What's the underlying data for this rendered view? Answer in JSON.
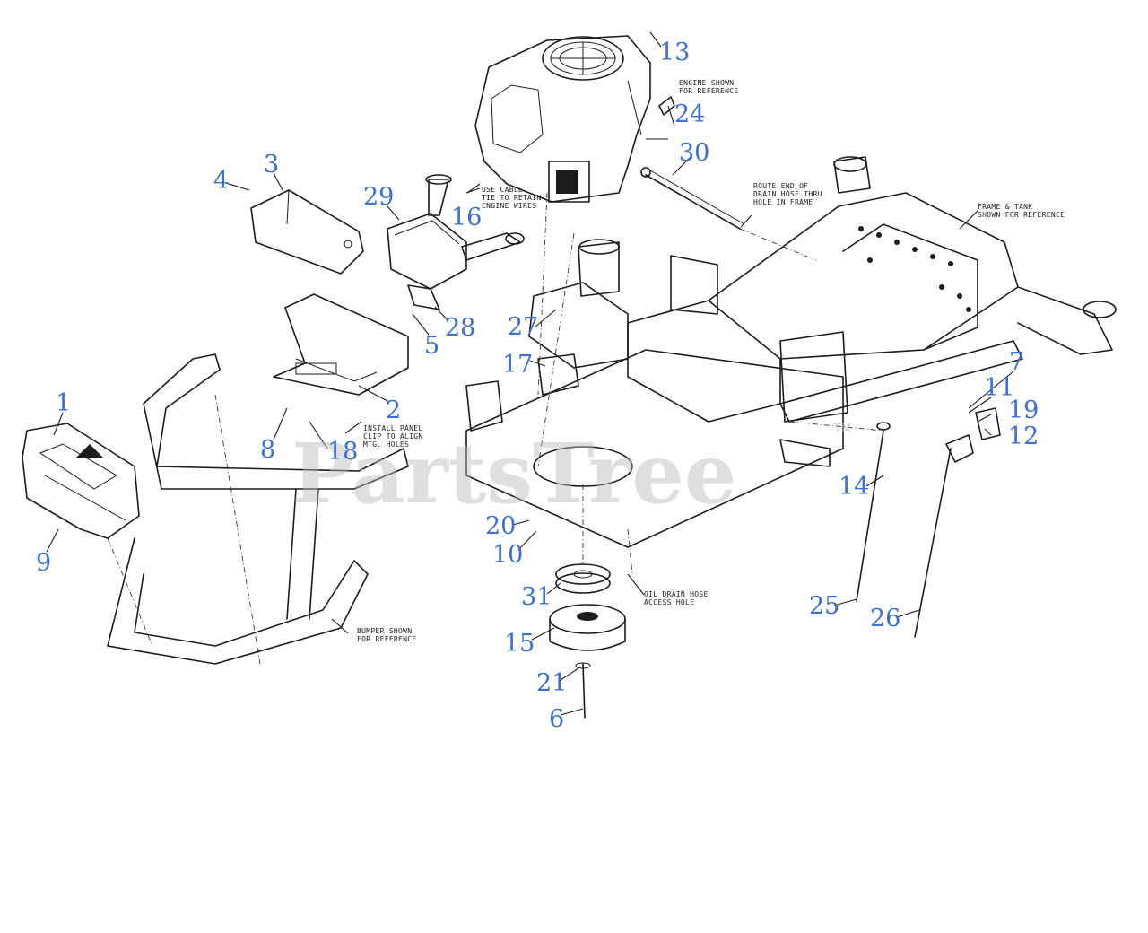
{
  "watermark": {
    "text": "PartsTree",
    "tm": "TM"
  },
  "callouts": [
    "1",
    "2",
    "3",
    "4",
    "5",
    "6",
    "7",
    "8",
    "9",
    "10",
    "11",
    "12",
    "13",
    "14",
    "15",
    "16",
    "17",
    "18",
    "19",
    "20",
    "21",
    "24",
    "25",
    "26",
    "27",
    "28",
    "29",
    "30",
    "31"
  ],
  "notes": {
    "engine": [
      "ENGINE SHOWN",
      "FOR REFERENCE"
    ],
    "cable": [
      "USE CABLE",
      "TIE TO RETAIN",
      "ENGINE WIRES"
    ],
    "drain_route": [
      "ROUTE END OF",
      "DRAIN HOSE THRU",
      "HOLE IN FRAME"
    ],
    "frame": [
      "FRAME & TANK",
      "SHOWN FOR REFERENCE"
    ],
    "panel": [
      "INSTALL PANEL",
      "CLIP TO ALIGN",
      "MTG. HOLES"
    ],
    "oil_hole": [
      "OIL DRAIN HOSE",
      "ACCESS HOLE"
    ],
    "bumper": [
      "BUMPER SHOWN",
      "FOR REFERENCE"
    ]
  }
}
